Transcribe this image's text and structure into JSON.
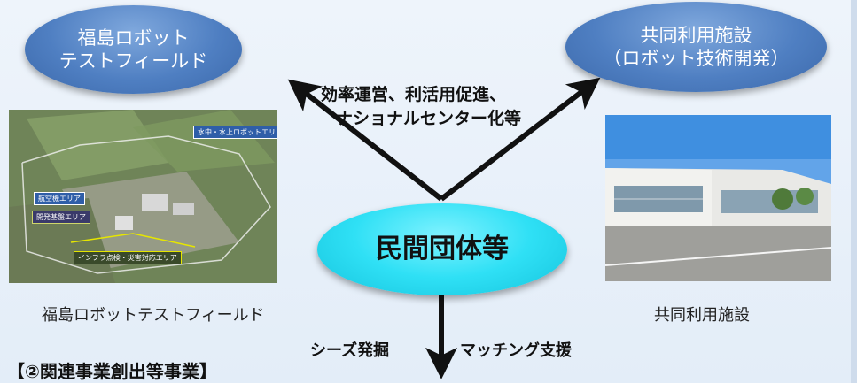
{
  "nodes": {
    "left": {
      "line1": "福島ロボット",
      "line2": "テストフィールド"
    },
    "right": {
      "line1": "共同利用施設",
      "line2": "（ロボット技術開発）"
    },
    "center": {
      "label": "民間団体等"
    }
  },
  "arrow_labels": {
    "upper_line1": "効率運営、利活用促進、",
    "upper_line2": "ナショナルセンター化等",
    "down_left": "シーズ発掘",
    "down_right": "マッチング支援"
  },
  "captions": {
    "left": "福島ロボットテストフィールド",
    "right": "共同利用施設"
  },
  "section_title": "【②関連事業創出等事業】",
  "map_tags": {
    "water": "水中・水上ロボットエリア",
    "dev_base": "開発基盤エリア",
    "infra": "インフラ点検・災害対応エリア",
    "airspace": "航空機エリア"
  },
  "colors": {
    "ellipse_blue": "#4f7fc2",
    "ellipse_cyan": "#2fe0f5",
    "arrow": "#111111"
  }
}
